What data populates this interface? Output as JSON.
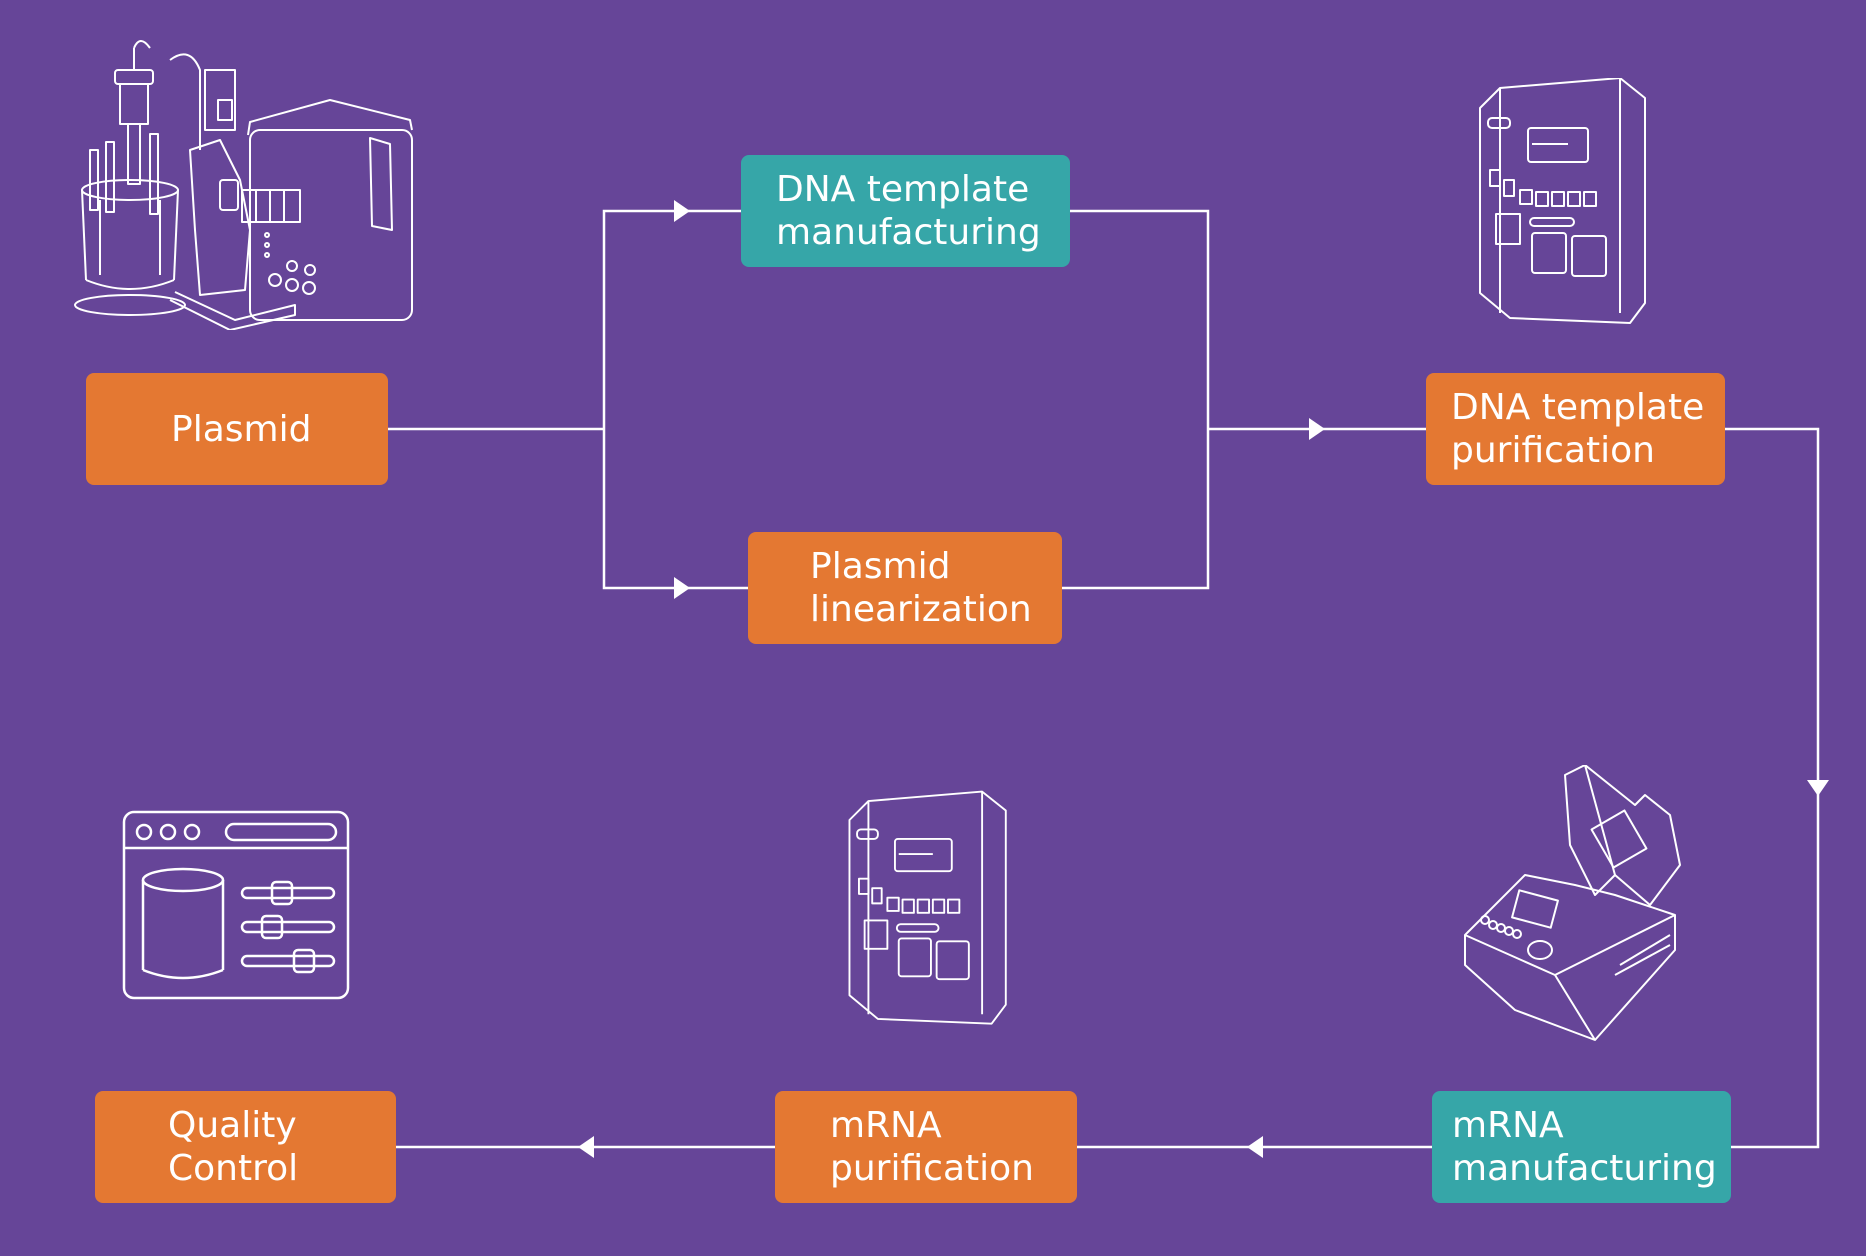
{
  "colors": {
    "background": "#664598",
    "orange": "#E47832",
    "teal": "#36A6A8",
    "line": "#FFFFFF"
  },
  "steps": {
    "plasmid": {
      "lines": [
        "Plasmid"
      ],
      "color": "orange"
    },
    "dna_template_manufacturing": {
      "lines": [
        "DNA template",
        "manufacturing"
      ],
      "color": "teal"
    },
    "plasmid_linearization": {
      "lines": [
        "Plasmid",
        "linearization"
      ],
      "color": "orange"
    },
    "dna_template_purification": {
      "lines": [
        "DNA template",
        "purification"
      ],
      "color": "orange"
    },
    "mrna_manufacturing": {
      "lines": [
        "mRNA",
        "manufacturing"
      ],
      "color": "teal"
    },
    "mrna_purification": {
      "lines": [
        "mRNA",
        "purification"
      ],
      "color": "orange"
    },
    "quality_control": {
      "lines": [
        "Quality",
        "Control"
      ],
      "color": "orange"
    }
  },
  "icons": {
    "plasmid": "bioreactor-icon",
    "dna_template_purification": "chromatography-system-icon",
    "mrna_manufacturing": "thermal-cycler-icon",
    "mrna_purification": "chromatography-system-icon",
    "quality_control": "data-software-icon"
  }
}
